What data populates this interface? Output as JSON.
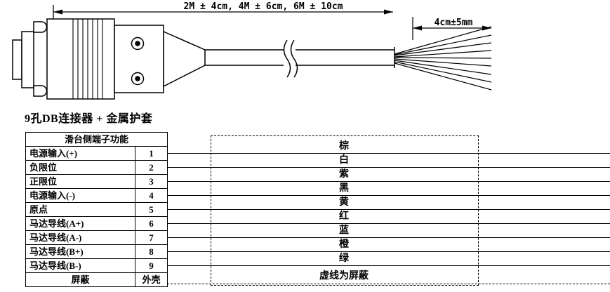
{
  "drawing": {
    "length_spec": "2M ± 4cm, 4M ± 6cm, 6M ± 10cm",
    "strip_spec": "4cm±5mm"
  },
  "connector_label": "9孔DB连接器 + 金属护套",
  "table": {
    "header": "滑台侧端子功能",
    "rows": [
      {
        "function": "电源输入(+)",
        "pin": "1"
      },
      {
        "function": "负限位",
        "pin": "2"
      },
      {
        "function": "正限位",
        "pin": "3"
      },
      {
        "function": "电源输入(-)",
        "pin": "4"
      },
      {
        "function": "原点",
        "pin": "5"
      },
      {
        "function": "马达导线(A+)",
        "pin": "6"
      },
      {
        "function": "马达导线(A-)",
        "pin": "7"
      },
      {
        "function": "马达导线(B+)",
        "pin": "8"
      },
      {
        "function": "马达导线(B-)",
        "pin": "9"
      },
      {
        "function": "屏蔽",
        "pin": "外壳"
      }
    ]
  },
  "wires": [
    {
      "label": "棕"
    },
    {
      "label": "白"
    },
    {
      "label": "紫"
    },
    {
      "label": "黑"
    },
    {
      "label": "黄"
    },
    {
      "label": "红"
    },
    {
      "label": "蓝"
    },
    {
      "label": "橙"
    },
    {
      "label": "绿"
    },
    {
      "label": "虚线为屏蔽"
    }
  ]
}
